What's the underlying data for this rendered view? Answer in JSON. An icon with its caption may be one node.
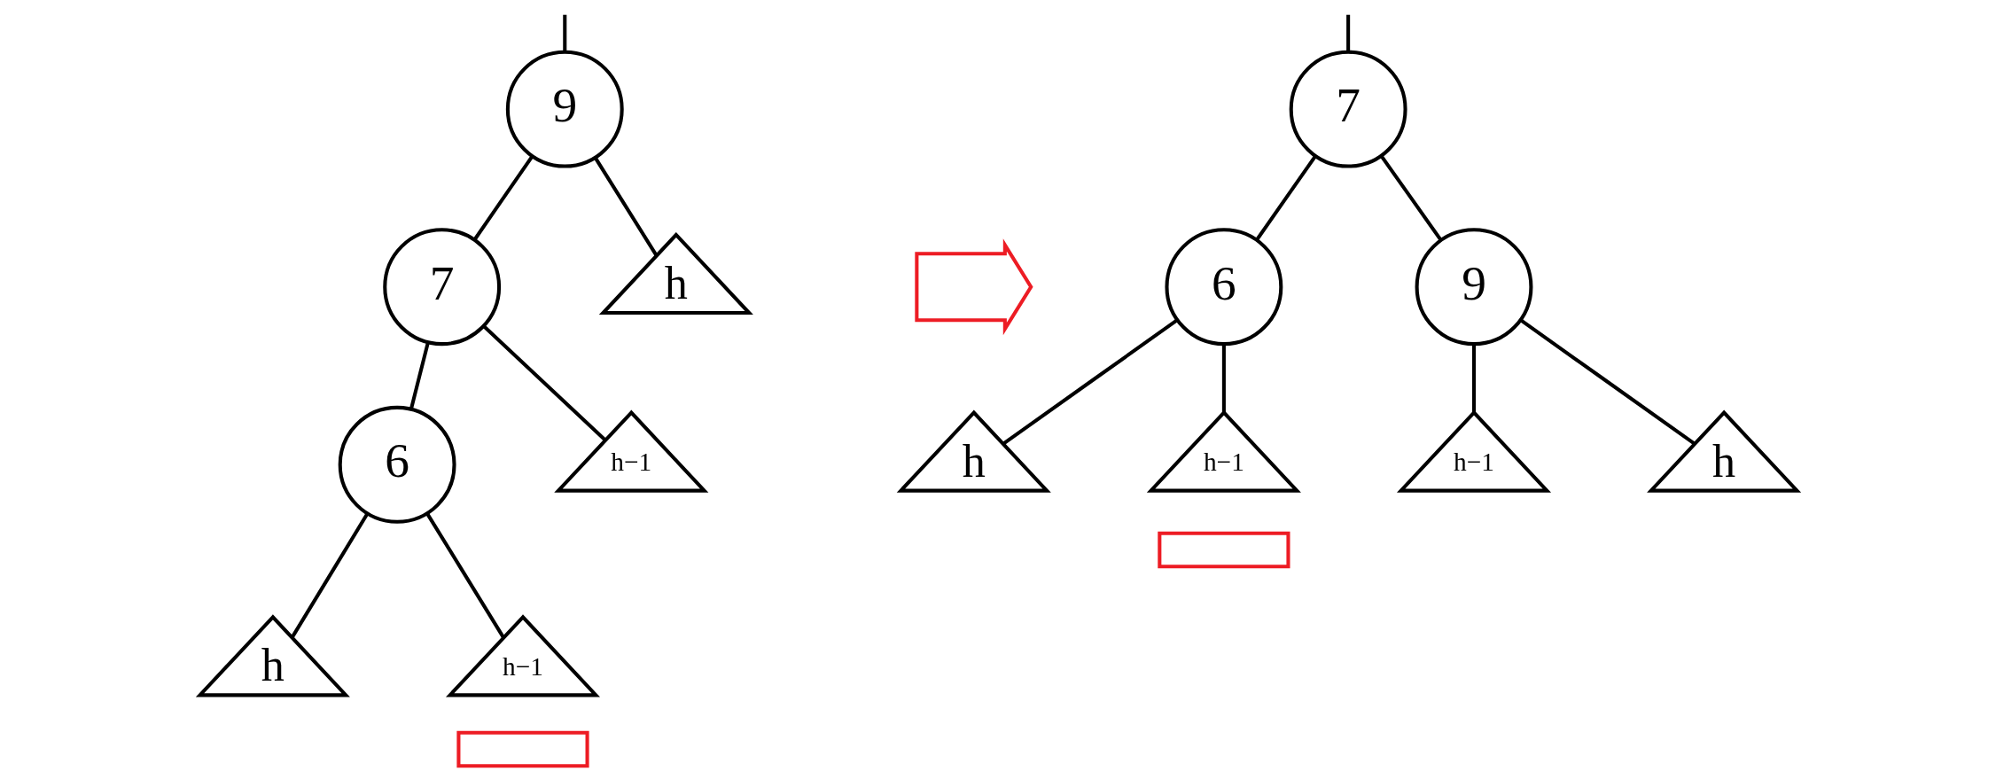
{
  "diagram": {
    "nodes": [
      {
        "text": [
          "9"
        ]
      },
      {
        "text": [
          "7"
        ]
      },
      {
        "text": [
          "h"
        ]
      },
      {
        "text": [
          "6"
        ]
      },
      {
        "text": [
          "h−1"
        ]
      },
      {
        "text": [
          "h"
        ]
      },
      {
        "text": [
          "h−1"
        ]
      },
      {
        "text": [],
        "shape": "box"
      },
      {
        "text": [],
        "shape": "arrow"
      },
      {
        "text": [
          "7"
        ]
      },
      {
        "text": [
          "6"
        ]
      },
      {
        "text": [
          "9"
        ]
      },
      {
        "text": [
          "h"
        ]
      },
      {
        "text": [
          "h−1"
        ]
      },
      {
        "text": [],
        "shape": "box"
      },
      {
        "text": [
          "h−1"
        ]
      },
      {
        "text": [
          "h"
        ]
      }
    ],
    "edges": [
      {
        "from": null,
        "to": 0,
        "arrow": "none"
      },
      {
        "from": 0,
        "to": 1,
        "arrow": "none"
      },
      {
        "from": 0,
        "to": 2,
        "arrow": "none"
      },
      {
        "from": 1,
        "to": 3,
        "arrow": "none"
      },
      {
        "from": 1,
        "to": 4,
        "arrow": "none"
      },
      {
        "from": 3,
        "to": 5,
        "arrow": "none"
      },
      {
        "from": 3,
        "to": 6,
        "arrow": "none"
      },
      {
        "from": null,
        "to": 9,
        "arrow": "none"
      },
      {
        "from": 9,
        "to": 10,
        "arrow": "none"
      },
      {
        "from": 9,
        "to": 11,
        "arrow": "none"
      },
      {
        "from": 10,
        "to": 12,
        "arrow": "none"
      },
      {
        "from": 10,
        "to": 13,
        "arrow": "none"
      },
      {
        "from": 11,
        "to": 15,
        "arrow": "none"
      },
      {
        "from": 11,
        "to": 16,
        "arrow": "none"
      }
    ]
  }
}
